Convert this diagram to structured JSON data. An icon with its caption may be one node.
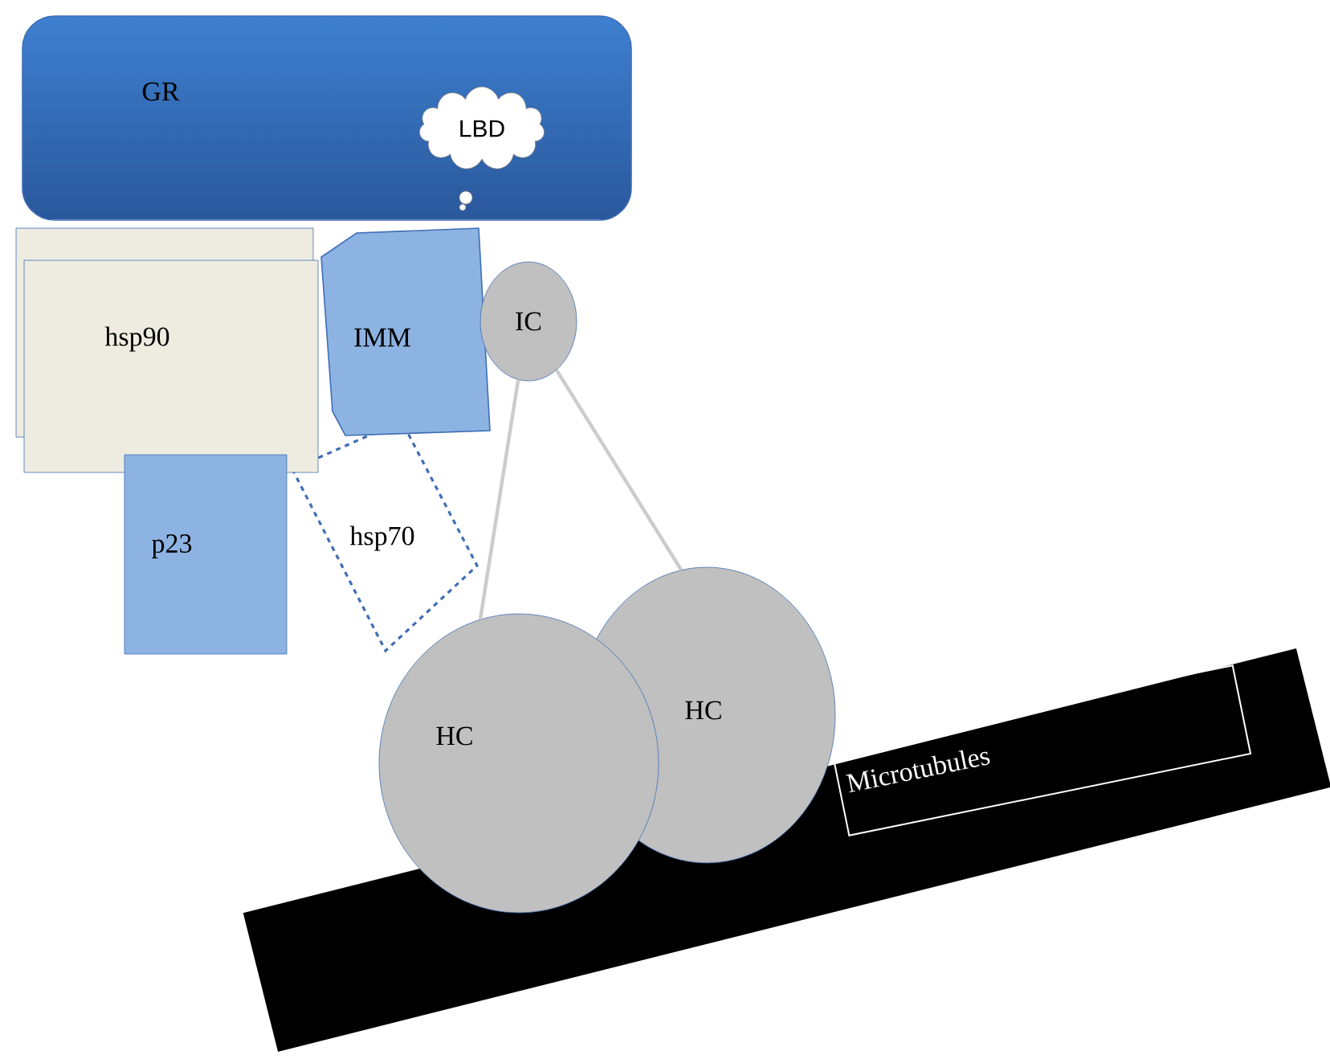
{
  "diagram": {
    "nodes": [
      {
        "text": [
          "GR"
        ]
      },
      {
        "text": [
          "LBD"
        ],
        "in": 0
      },
      {
        "text": [
          "hsp90"
        ]
      },
      {
        "text": [
          "IMM"
        ]
      },
      {
        "text": [
          "IC"
        ]
      },
      {
        "text": [
          "p23"
        ]
      },
      {
        "text": [
          "hsp70"
        ]
      },
      {
        "text": [
          "HC"
        ]
      },
      {
        "text": [
          "HC"
        ]
      },
      {
        "text": [],
        "shape": "bar"
      },
      {
        "text": [
          "Microtubules"
        ],
        "in": 9
      }
    ],
    "edges": [
      {
        "from": 4,
        "to": 7,
        "arrow": "none"
      },
      {
        "from": 4,
        "to": 8,
        "arrow": "none"
      }
    ]
  }
}
